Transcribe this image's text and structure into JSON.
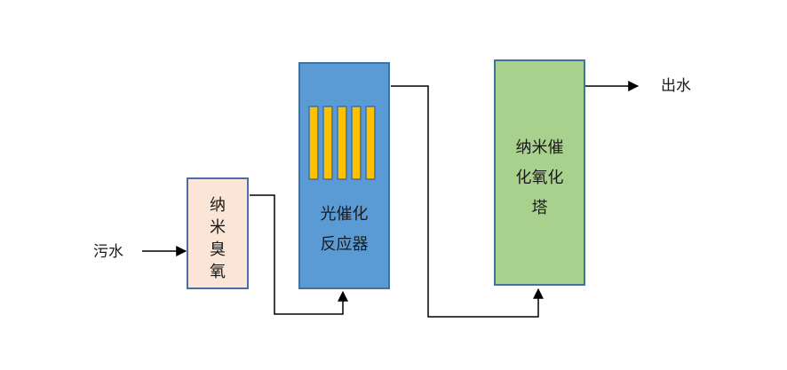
{
  "labels": {
    "inlet": "污水",
    "outlet": "出水",
    "ozone": "纳米臭氧",
    "photo_line1": "光催化",
    "photo_line2": "反应器",
    "tower_line1": "纳米催",
    "tower_line2": "化氧化",
    "tower_line3": "塔"
  },
  "colors": {
    "ozone_fill": "#fbe5d6",
    "ozone_border": "#4a6fa5",
    "photo_fill": "#5b9bd5",
    "photo_border": "#41719c",
    "tube_fill": "#ffc000",
    "tube_border": "#41719c",
    "tower_fill": "#a9d18e",
    "tower_border": "#41719c",
    "line": "#000000"
  }
}
